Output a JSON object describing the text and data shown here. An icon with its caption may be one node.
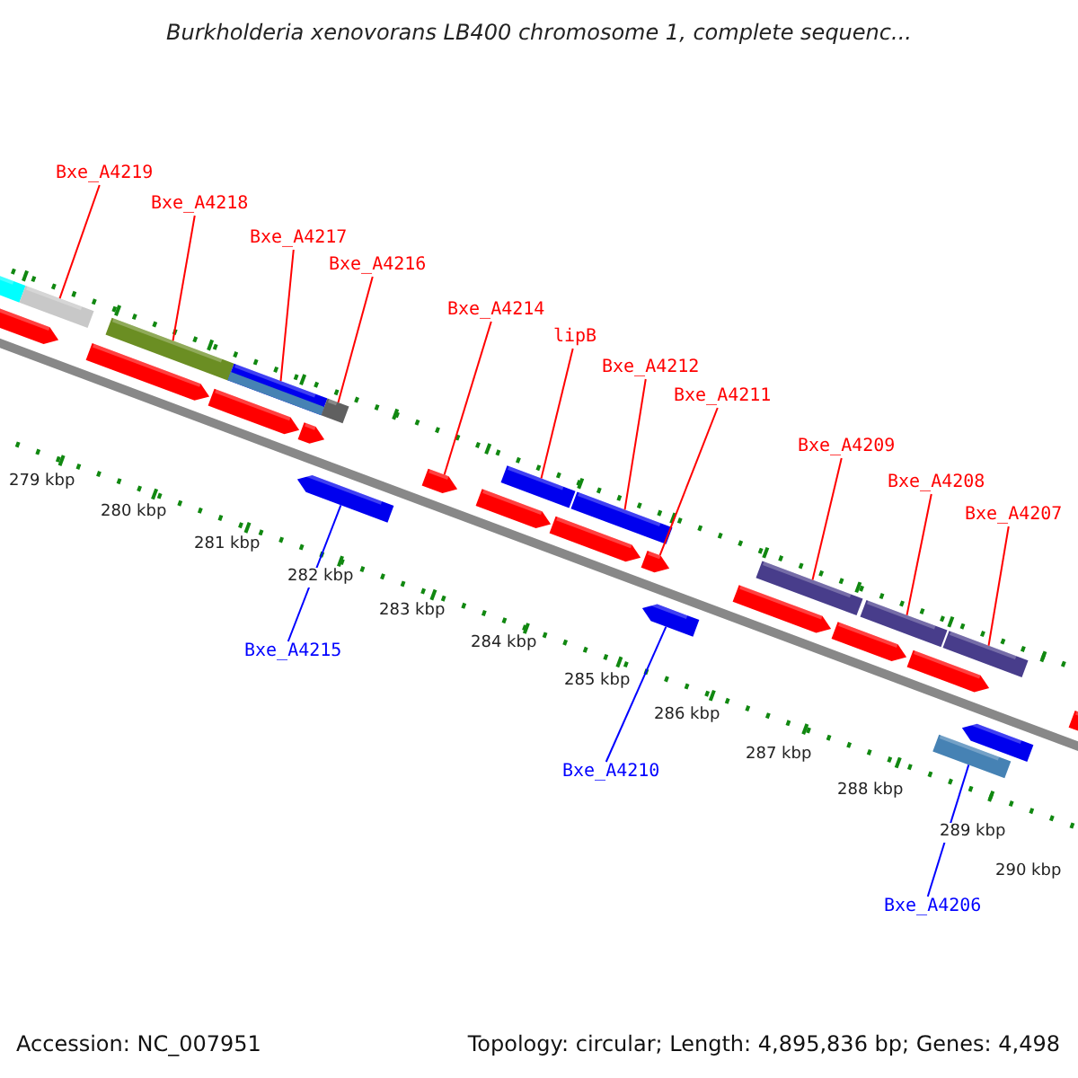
{
  "diagram": {
    "title": "Burkholderia xenovorans LB400 chromosome 1, complete sequenc...",
    "nodes": [
      {
        "text": [
          "Bxe_A4219"
        ]
      },
      {
        "text": [
          "Bxe_A4218"
        ]
      },
      {
        "text": [
          "Bxe_A4217"
        ]
      },
      {
        "text": [
          "Bxe_A4216"
        ]
      },
      {
        "text": [
          "Bxe_A4214"
        ]
      },
      {
        "text": [
          "lipB"
        ]
      },
      {
        "text": [
          "Bxe_A4212"
        ]
      },
      {
        "text": [
          "Bxe_A4211"
        ]
      },
      {
        "text": [
          "Bxe_A4209"
        ]
      },
      {
        "text": [
          "Bxe_A4208"
        ]
      },
      {
        "text": [
          "Bxe_A4207"
        ]
      },
      {
        "text": [
          "Bxe_A4215"
        ]
      },
      {
        "text": [
          "Bxe_A4210"
        ]
      },
      {
        "text": [
          "Bxe_A4206"
        ]
      },
      {
        "text": [],
        "shape": "bar"
      },
      {
        "text": [],
        "shape": "arrow"
      },
      {
        "text": [],
        "shape": "bar"
      },
      {
        "text": [],
        "shape": "arrow"
      },
      {
        "text": [],
        "shape": "bar"
      },
      {
        "text": [],
        "shape": "arrow"
      },
      {
        "text": [],
        "shape": "bar"
      },
      {
        "text": [],
        "shape": "arrow"
      },
      {
        "text": [],
        "shape": "bar"
      },
      {
        "text": [],
        "shape": "arrow"
      },
      {
        "text": [],
        "shape": "arrow"
      },
      {
        "text": [],
        "shape": "arrow"
      },
      {
        "text": [],
        "shape": "bar"
      },
      {
        "text": [],
        "shape": "arrow"
      },
      {
        "text": [],
        "shape": "bar"
      },
      {
        "text": [],
        "shape": "arrow"
      },
      {
        "text": [],
        "shape": "arrow"
      },
      {
        "text": [],
        "shape": "arrow"
      },
      {
        "text": [],
        "shape": "bar"
      },
      {
        "text": [],
        "shape": "arrow"
      },
      {
        "text": [],
        "shape": "bar"
      },
      {
        "text": [],
        "shape": "arrow"
      },
      {
        "text": [],
        "shape": "bar"
      },
      {
        "text": [],
        "shape": "bar"
      },
      {
        "text": [],
        "shape": "arrow"
      },
      {
        "text": [],
        "shape": "arrow"
      }
    ],
    "edges": [
      {
        "from": 0,
        "to": 16,
        "arrow": "none",
        "color": "#ff0000"
      },
      {
        "from": 1,
        "to": 18,
        "arrow": "none",
        "color": "#ff0000"
      },
      {
        "from": 2,
        "to": 20,
        "arrow": "none",
        "color": "#ff0000"
      },
      {
        "from": 3,
        "to": 22,
        "arrow": "none",
        "color": "#ff0000"
      },
      {
        "from": 4,
        "to": 24,
        "arrow": "none",
        "color": "#ff0000"
      },
      {
        "from": 5,
        "to": 26,
        "arrow": "none",
        "color": "#ff0000"
      },
      {
        "from": 6,
        "to": 28,
        "arrow": "none",
        "color": "#ff0000"
      },
      {
        "from": 7,
        "to": 29,
        "arrow": "none",
        "color": "#ff0000"
      },
      {
        "from": 8,
        "to": 32,
        "arrow": "none",
        "color": "#ff0000"
      },
      {
        "from": 9,
        "to": 34,
        "arrow": "none",
        "color": "#ff0000"
      },
      {
        "from": 10,
        "to": 36,
        "arrow": "none",
        "color": "#ff0000"
      },
      {
        "from": 11,
        "to": 23,
        "arrow": "none",
        "color": "#0000ff"
      },
      {
        "from": 12,
        "to": 30,
        "arrow": "none",
        "color": "#0000ff"
      },
      {
        "from": 13,
        "to": 37,
        "arrow": "none",
        "color": "#0000ff"
      }
    ],
    "labels": [
      "279 kbp",
      "280 kbp",
      "281 kbp",
      "282 kbp",
      "283 kbp",
      "284 kbp",
      "285 kbp",
      "286 kbp",
      "287 kbp",
      "288 kbp",
      "289 kbp",
      "290 kbp",
      "Accession: NC_007951",
      "Topology: circular; Length: 4,895,836 bp; Genes: 4,498"
    ]
  }
}
